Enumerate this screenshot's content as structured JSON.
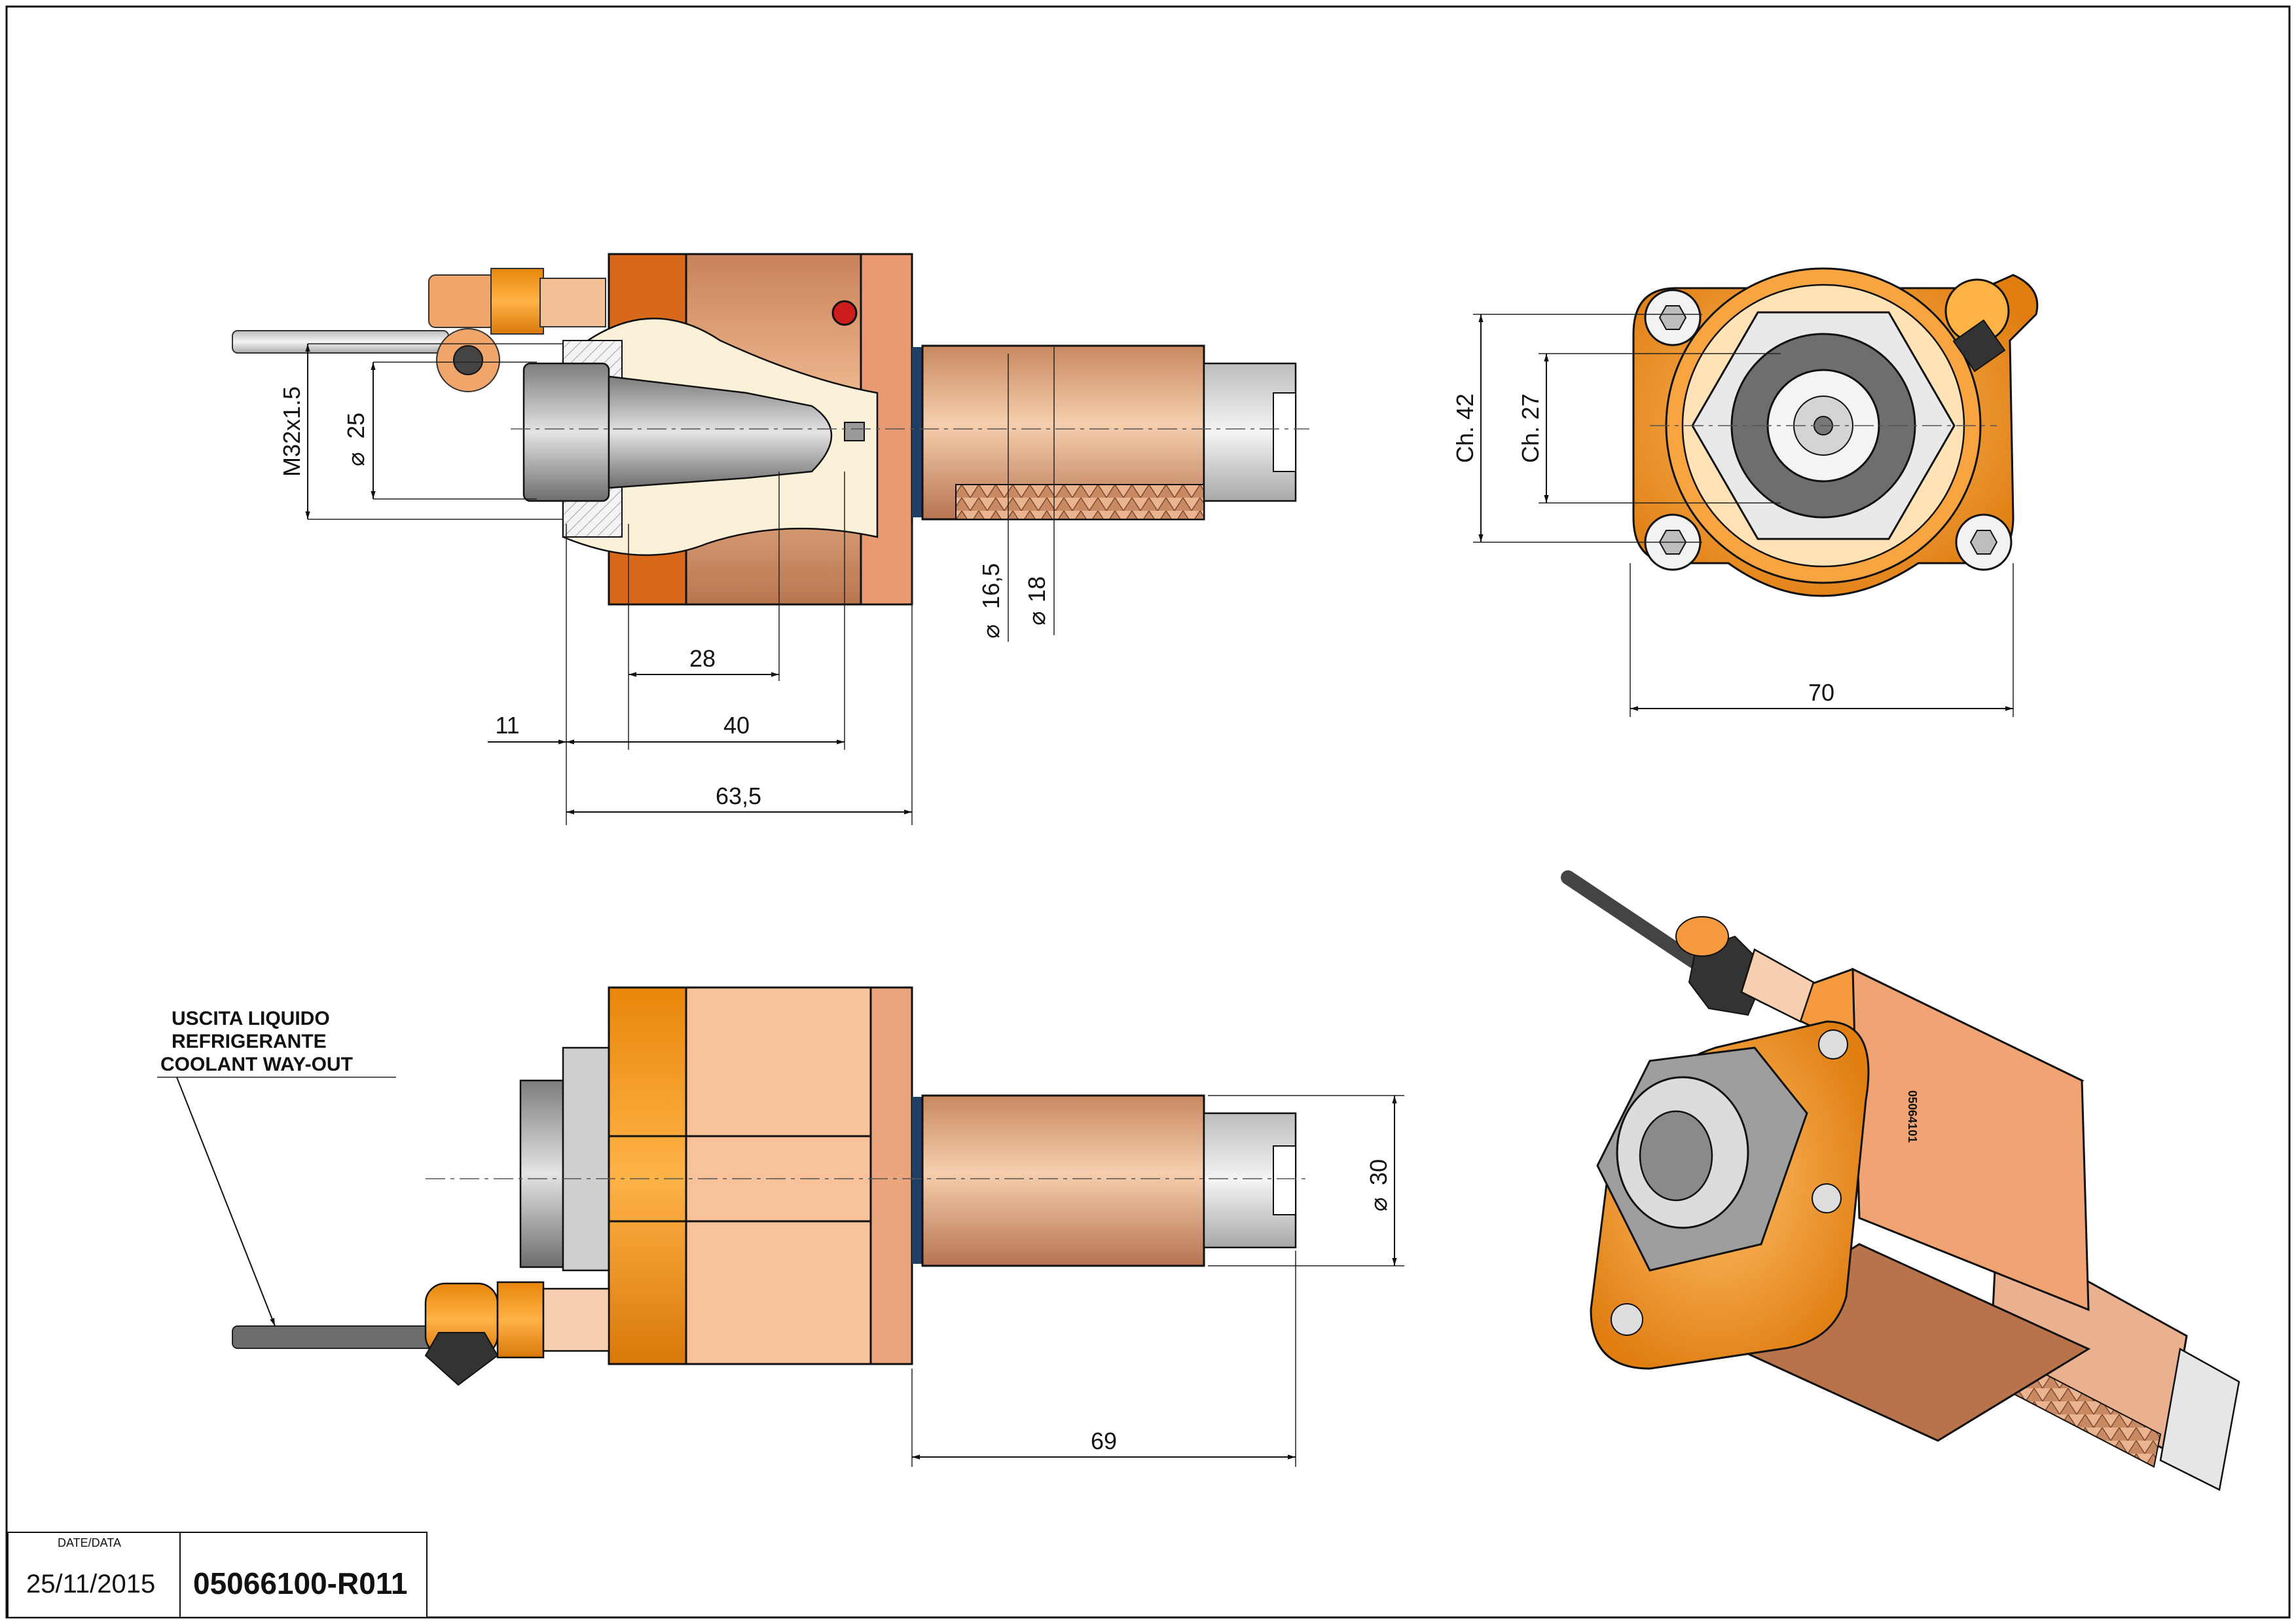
{
  "dimensions": {
    "m32": "M32x1.5",
    "d25": "25",
    "d16_5": "16,5",
    "d18": "18",
    "len28": "28",
    "len11": "11",
    "len40": "40",
    "len63_5": "63,5",
    "ch42": "Ch. 42",
    "ch27": "Ch. 27",
    "w70": "70",
    "d30": "30",
    "len69": "69"
  },
  "note": {
    "line1": "USCITA LIQUIDO",
    "line2": "REFRIGERANTE",
    "line3": "COOLANT WAY-OUT"
  },
  "part_marking": "05064101",
  "title_block": {
    "date_label": "DATE/DATA",
    "date": "25/11/2015",
    "code": "05066100-R011"
  }
}
